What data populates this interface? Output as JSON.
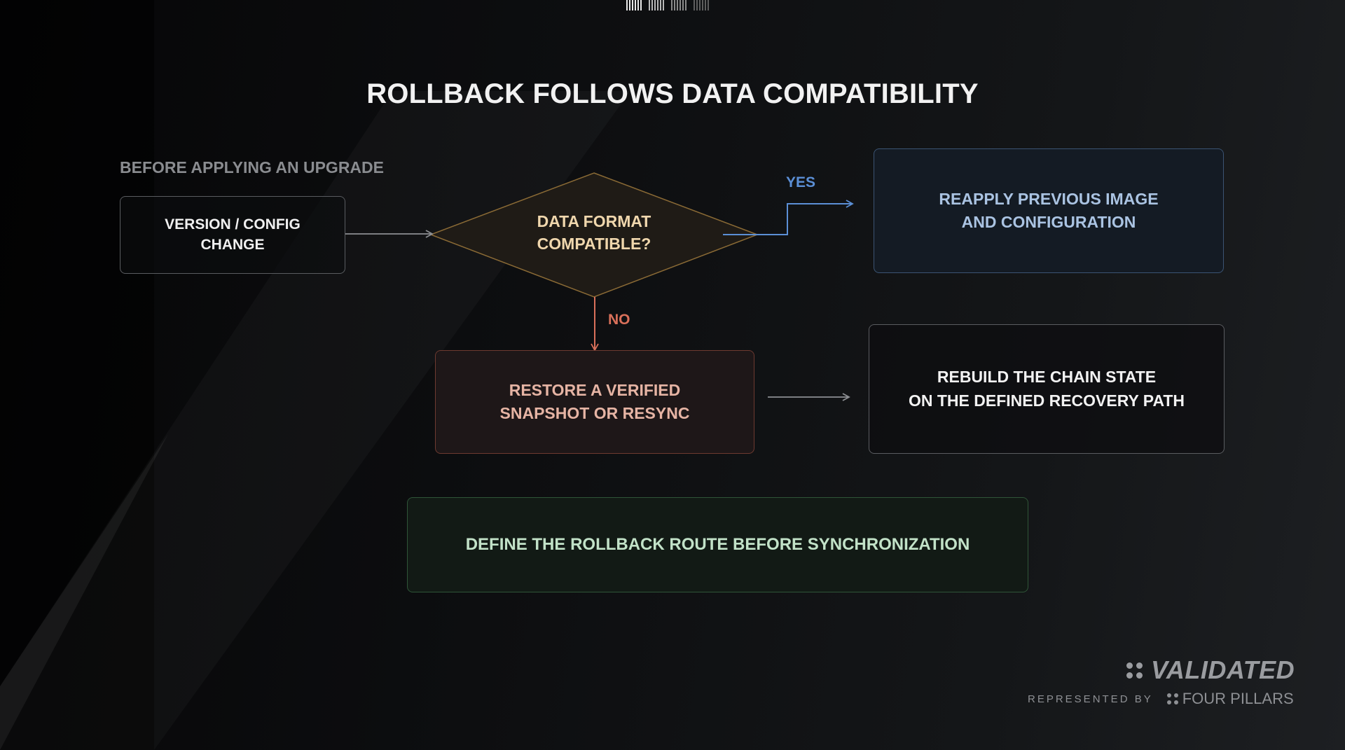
{
  "title": "ROLLBACK FOLLOWS DATA COMPATIBILITY",
  "section_label": "BEFORE APPLYING AN UPGRADE",
  "nodes": {
    "version_change": "VERSION / CONFIG\nCHANGE",
    "decision": "DATA FORMAT\nCOMPATIBLE?",
    "reapply": "REAPPLY PREVIOUS IMAGE\nAND CONFIGURATION",
    "restore": "RESTORE A VERIFIED\nSNAPSHOT OR RESYNC",
    "rebuild": "REBUILD THE CHAIN STATE\nON THE DEFINED RECOVERY PATH",
    "define": "DEFINE THE ROLLBACK ROUTE BEFORE SYNCHRONIZATION"
  },
  "edges": {
    "yes_label": "YES",
    "no_label": "NO"
  },
  "branding": {
    "logo": "VALIDATED",
    "represented_by": "REPRESENTED BY",
    "partner": "FOUR PILLARS"
  },
  "colors": {
    "yes": "#5b8fd6",
    "no": "#d9705a",
    "decision_border": "#8a6a35",
    "neutral_arrow": "#8d8f93"
  },
  "icons": {
    "logo_mark": "four-dot-icon",
    "partner_mark": "four-dot-icon"
  }
}
